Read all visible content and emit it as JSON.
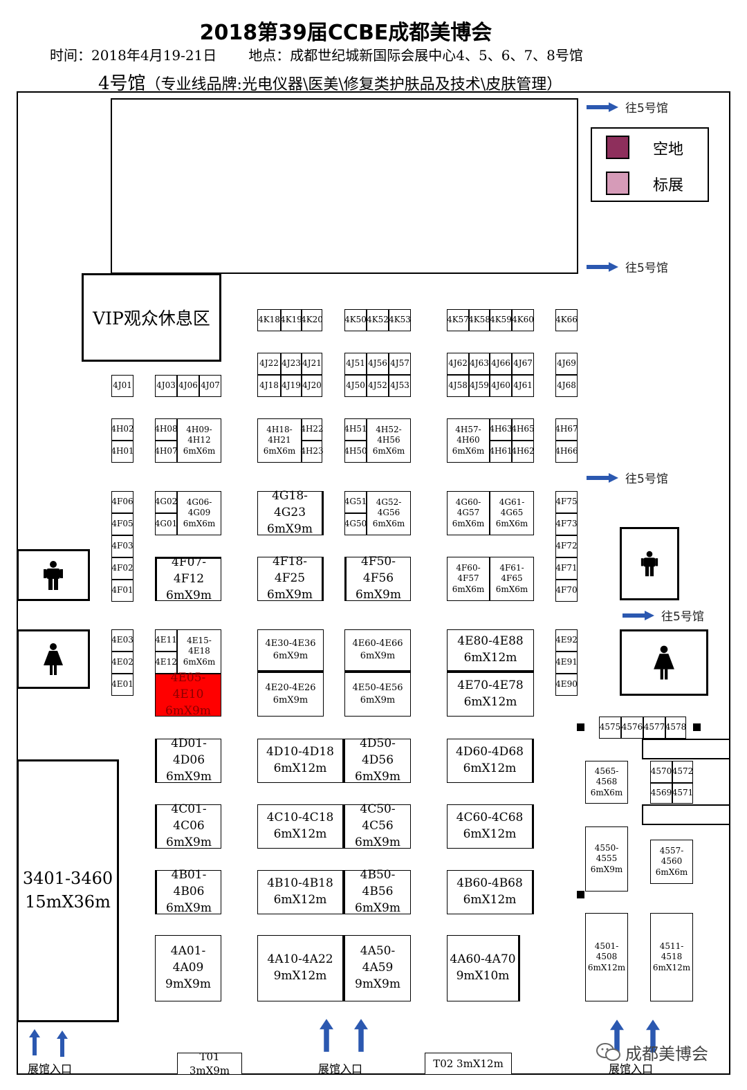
{
  "header": {
    "title": "2018第39届CCBE成都美博会",
    "time": "时间：2018年4月19-21日",
    "place": "地点：成都世纪城新国际会展中心4、5、6、7、8号馆",
    "hall_name": "4号馆",
    "hall_desc": "（专业线品牌:光电仪器\\医美\\修复类护肤品及技术\\皮肤管理）"
  },
  "legend": {
    "empty_label": "空地",
    "empty_color": "#8e2f5c",
    "standard_label": "标展",
    "standard_color": "#d69bb8"
  },
  "labels": {
    "to_hall5": "往5号馆",
    "entrance": "展馆入口",
    "vip": "VIP观众休息区",
    "watermark": "成都美博会",
    "icon_men": "restroom-men-icon",
    "icon_women": "restroom-women-icon",
    "icon_wechat": "wechat-icon",
    "icon_arrow": "arrow-right-icon",
    "icon_up": "arrow-up-icon"
  },
  "highlight_color": "#ff0000",
  "booths": {
    "big3401": "3401-3460\n15mX36m",
    "k18": "4K18",
    "k19": "4K19",
    "k20": "4K20",
    "k50": "4K50",
    "k52": "4K52",
    "k53": "4K53",
    "k57": "4K57",
    "k58": "4K58",
    "k59": "4K59",
    "k60": "4K60",
    "k66": "4K66",
    "j22": "4J22",
    "j23": "4J23",
    "j21": "4J21",
    "j18": "4J18",
    "j19": "4J19",
    "j20": "4J20",
    "j51": "4J51",
    "j56": "4J56",
    "j57": "4J57",
    "j50": "4J50",
    "j52": "4J52",
    "j53": "4J53",
    "j62": "4J62",
    "j63": "4J63",
    "j66": "4J66",
    "j67": "4J67",
    "j58": "4J58",
    "j59": "4J59",
    "j60": "4J60",
    "j61": "4J61",
    "j69": "4J69",
    "j68": "4J68",
    "j01": "4J01",
    "j03": "4J03",
    "j06": "4J06",
    "j07": "4J07",
    "h02": "4H02",
    "h01": "4H01",
    "h08": "4H08",
    "h07": "4H07",
    "h09": "4H09-\n4H12\n6mX6m",
    "h18": "4H18-\n4H21\n6mX6m",
    "h22": "4H22",
    "h23": "4H23",
    "h51": "4H51",
    "h50": "4H50",
    "h52": "4H52-\n4H56\n6mX6m",
    "h57": "4H57-\n4H60\n6mX6m",
    "h63": "4H63",
    "h65": "4H65",
    "h61": "4H61",
    "h62": "4H62",
    "h67": "4H67",
    "h66": "4H66",
    "f06": "4F06",
    "f05": "4F05",
    "f03": "4F03",
    "f02": "4F02",
    "f01": "4F01",
    "g02": "4G02",
    "g01": "4G01",
    "g06": "4G06-\n4G09\n6mX6m",
    "g18": "4G18-4G23\n6mX9m",
    "g51": "4G51",
    "g50": "4G50",
    "g52": "4G52-\n4G56\n6mX6m",
    "g60": "4G60-\n4G57\n6mX6m",
    "g61": "4G61-\n4G65\n6mX6m",
    "f75": "4F75",
    "f73": "4F73",
    "f72": "4F72",
    "f71": "4F71",
    "f70": "4F70",
    "f07": "4F07-4F12\n6mX9m",
    "f18": "4F18-4F25\n6mX9m",
    "f50": "4F50-4F56\n6mX9m",
    "f60": "4F60-\n4F57\n6mX6m",
    "f61": "4F61-\n4F65\n6mX6m",
    "e03": "4E03",
    "e02": "4E02",
    "e01": "4E01",
    "e11": "4E11",
    "e12": "4E12",
    "e15": "4E15-\n4E18\n6mX6m",
    "e05": "4E05-4E10\n6mX9m",
    "e30": "4E30-4E36\n6mX9m",
    "e20": "4E20-4E26\n6mX9m",
    "e60": "4E60-4E66\n6mX9m",
    "e50": "4E50-4E56\n6mX9m",
    "e80": "4E80-4E88\n6mX12m",
    "e70": "4E70-4E78\n6mX12m",
    "e92": "4E92",
    "e91": "4E91",
    "e90": "4E90",
    "d01": "4D01-4D06\n6mX9m",
    "d10": "4D10-4D18\n6mX12m",
    "d50": "4D50-4D56\n6mX9m",
    "d60": "4D60-4D68\n6mX12m",
    "c01": "4C01-4C06\n6mX9m",
    "c10": "4C10-4C18\n6mX12m",
    "c50": "4C50-4C56\n6mX9m",
    "c60": "4C60-4C68\n6mX12m",
    "b01": "4B01-4B06\n6mX9m",
    "b10": "4B10-4B18\n6mX12m",
    "b50": "4B50-4B56\n6mX9m",
    "b60": "4B60-4B68\n6mX12m",
    "a01": "4A01-4A09\n9mX9m",
    "a10": "4A10-4A22\n9mX12m",
    "a50": "4A50-4A59\n9mX9m",
    "a60": "4A60-4A70\n9mX10m",
    "n4575": "4575",
    "n4576": "4576",
    "n4577": "4577",
    "n4578": "4578",
    "n4565": "4565-\n4568\n6mX6m",
    "n4570": "4570",
    "n4572": "4572",
    "n4569": "4569",
    "n4571": "4571",
    "n4550": "4550-\n4555\n6mX9m",
    "n4557": "4557-\n4560\n6mX6m",
    "n4501": "4501-\n4508\n6mX12m",
    "n4511": "4511-\n4518\n6mX12m",
    "t01": "T01  3mX9m",
    "t02": "T02  3mX12m"
  }
}
